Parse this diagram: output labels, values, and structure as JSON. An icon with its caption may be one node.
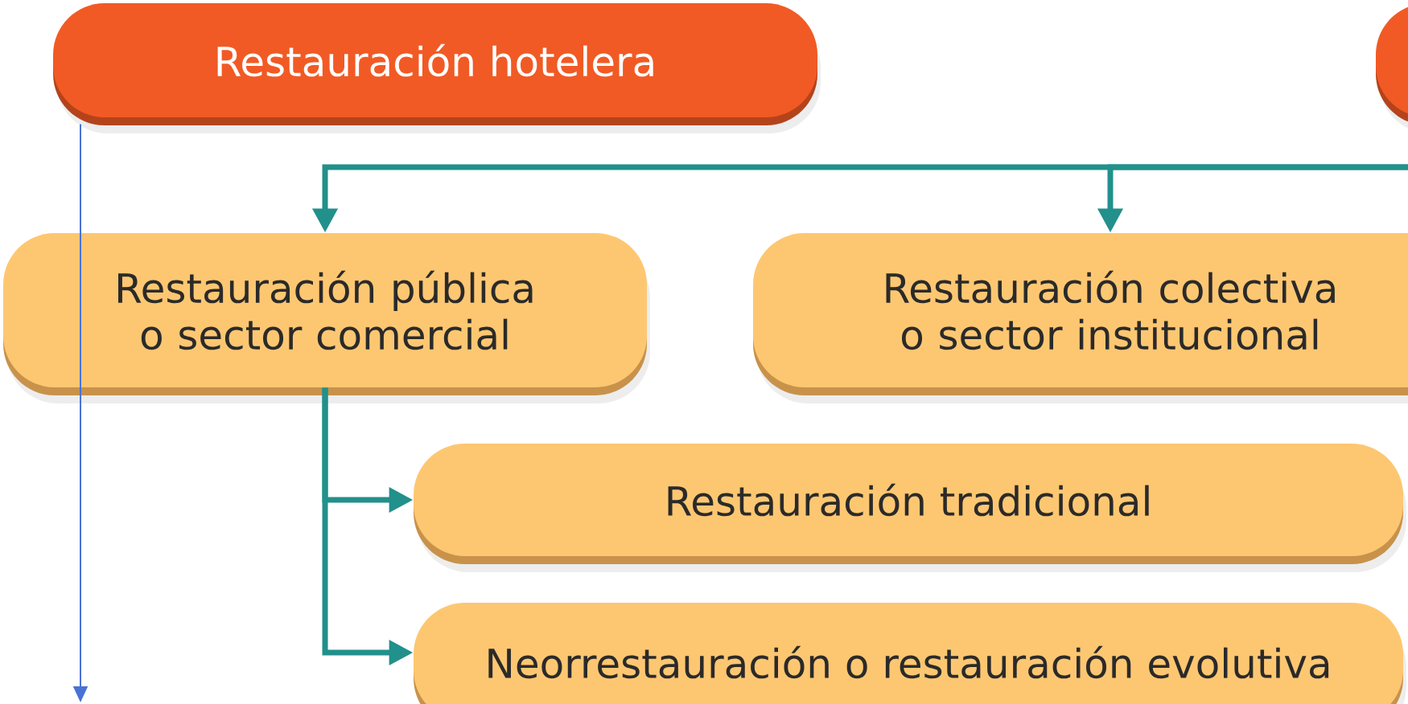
{
  "diagram": {
    "nodes": [
      {
        "text": [
          "Restauración hotelera"
        ]
      },
      {
        "text": [],
        "shape": "box"
      },
      {
        "text": [
          "Restauración pública o sector comercial"
        ]
      },
      {
        "text": [
          "Restauración colectiva o sector institucional"
        ]
      },
      {
        "text": [
          "Restauración tradicional"
        ]
      },
      {
        "text": [
          "Neorrestauración o restauración evolutiva"
        ]
      }
    ],
    "edges": [
      {
        "from": null,
        "to": 2,
        "arrow": "to"
      },
      {
        "from": null,
        "to": 3,
        "arrow": "to"
      },
      {
        "from": 2,
        "to": 4,
        "arrow": "to"
      },
      {
        "from": 2,
        "to": 5,
        "arrow": "to"
      },
      {
        "from": 0,
        "to": null,
        "arrow": "to",
        "color": "#4a72d6"
      }
    ]
  }
}
